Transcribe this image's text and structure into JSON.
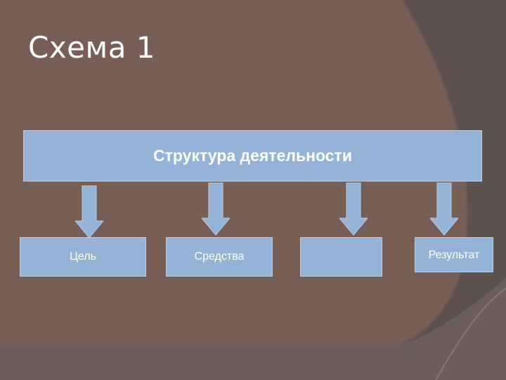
{
  "slide": {
    "title": "Схема 1"
  },
  "diagram": {
    "root": "Структура деятельности",
    "children": [
      "Цель",
      "Средства",
      "",
      "Результат"
    ]
  },
  "colors": {
    "background": "#5c524d",
    "panel": "#775f55",
    "box_fill": "#95b3d7",
    "box_border": "#b9cde5",
    "text": "#ffffff"
  }
}
